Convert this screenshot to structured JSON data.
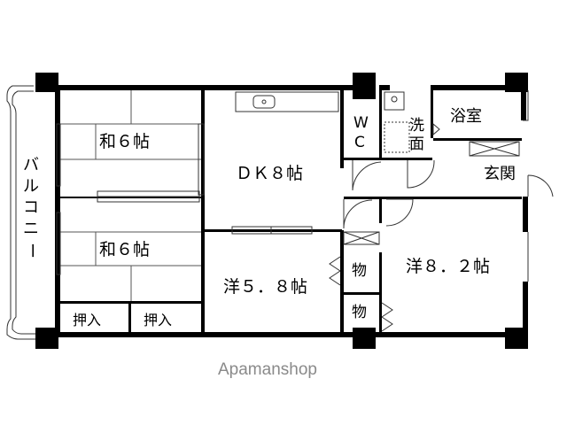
{
  "rooms": {
    "washitsu_north": "和６帖",
    "washitsu_south": "和６帖",
    "dk": "ＤＫ８帖",
    "yoshitsu_center": "洋５．８帖",
    "yoshitsu_east": "洋８．２帖",
    "bath": "浴室",
    "wc_top": "W",
    "wc_bottom": "C",
    "wash_top": "洗",
    "wash_bottom": "面",
    "entrance": "玄関",
    "closet_upper": "物",
    "closet_lower": "物",
    "oshiire_left": "押入",
    "oshiire_right": "押入"
  },
  "balcony": [
    "バ",
    "ル",
    "コ",
    "ニ",
    "ー"
  ],
  "watermark": "Apamanshop",
  "colors": {
    "wall": "#000000",
    "line": "#333333",
    "watermark": "#8a8a8a"
  }
}
